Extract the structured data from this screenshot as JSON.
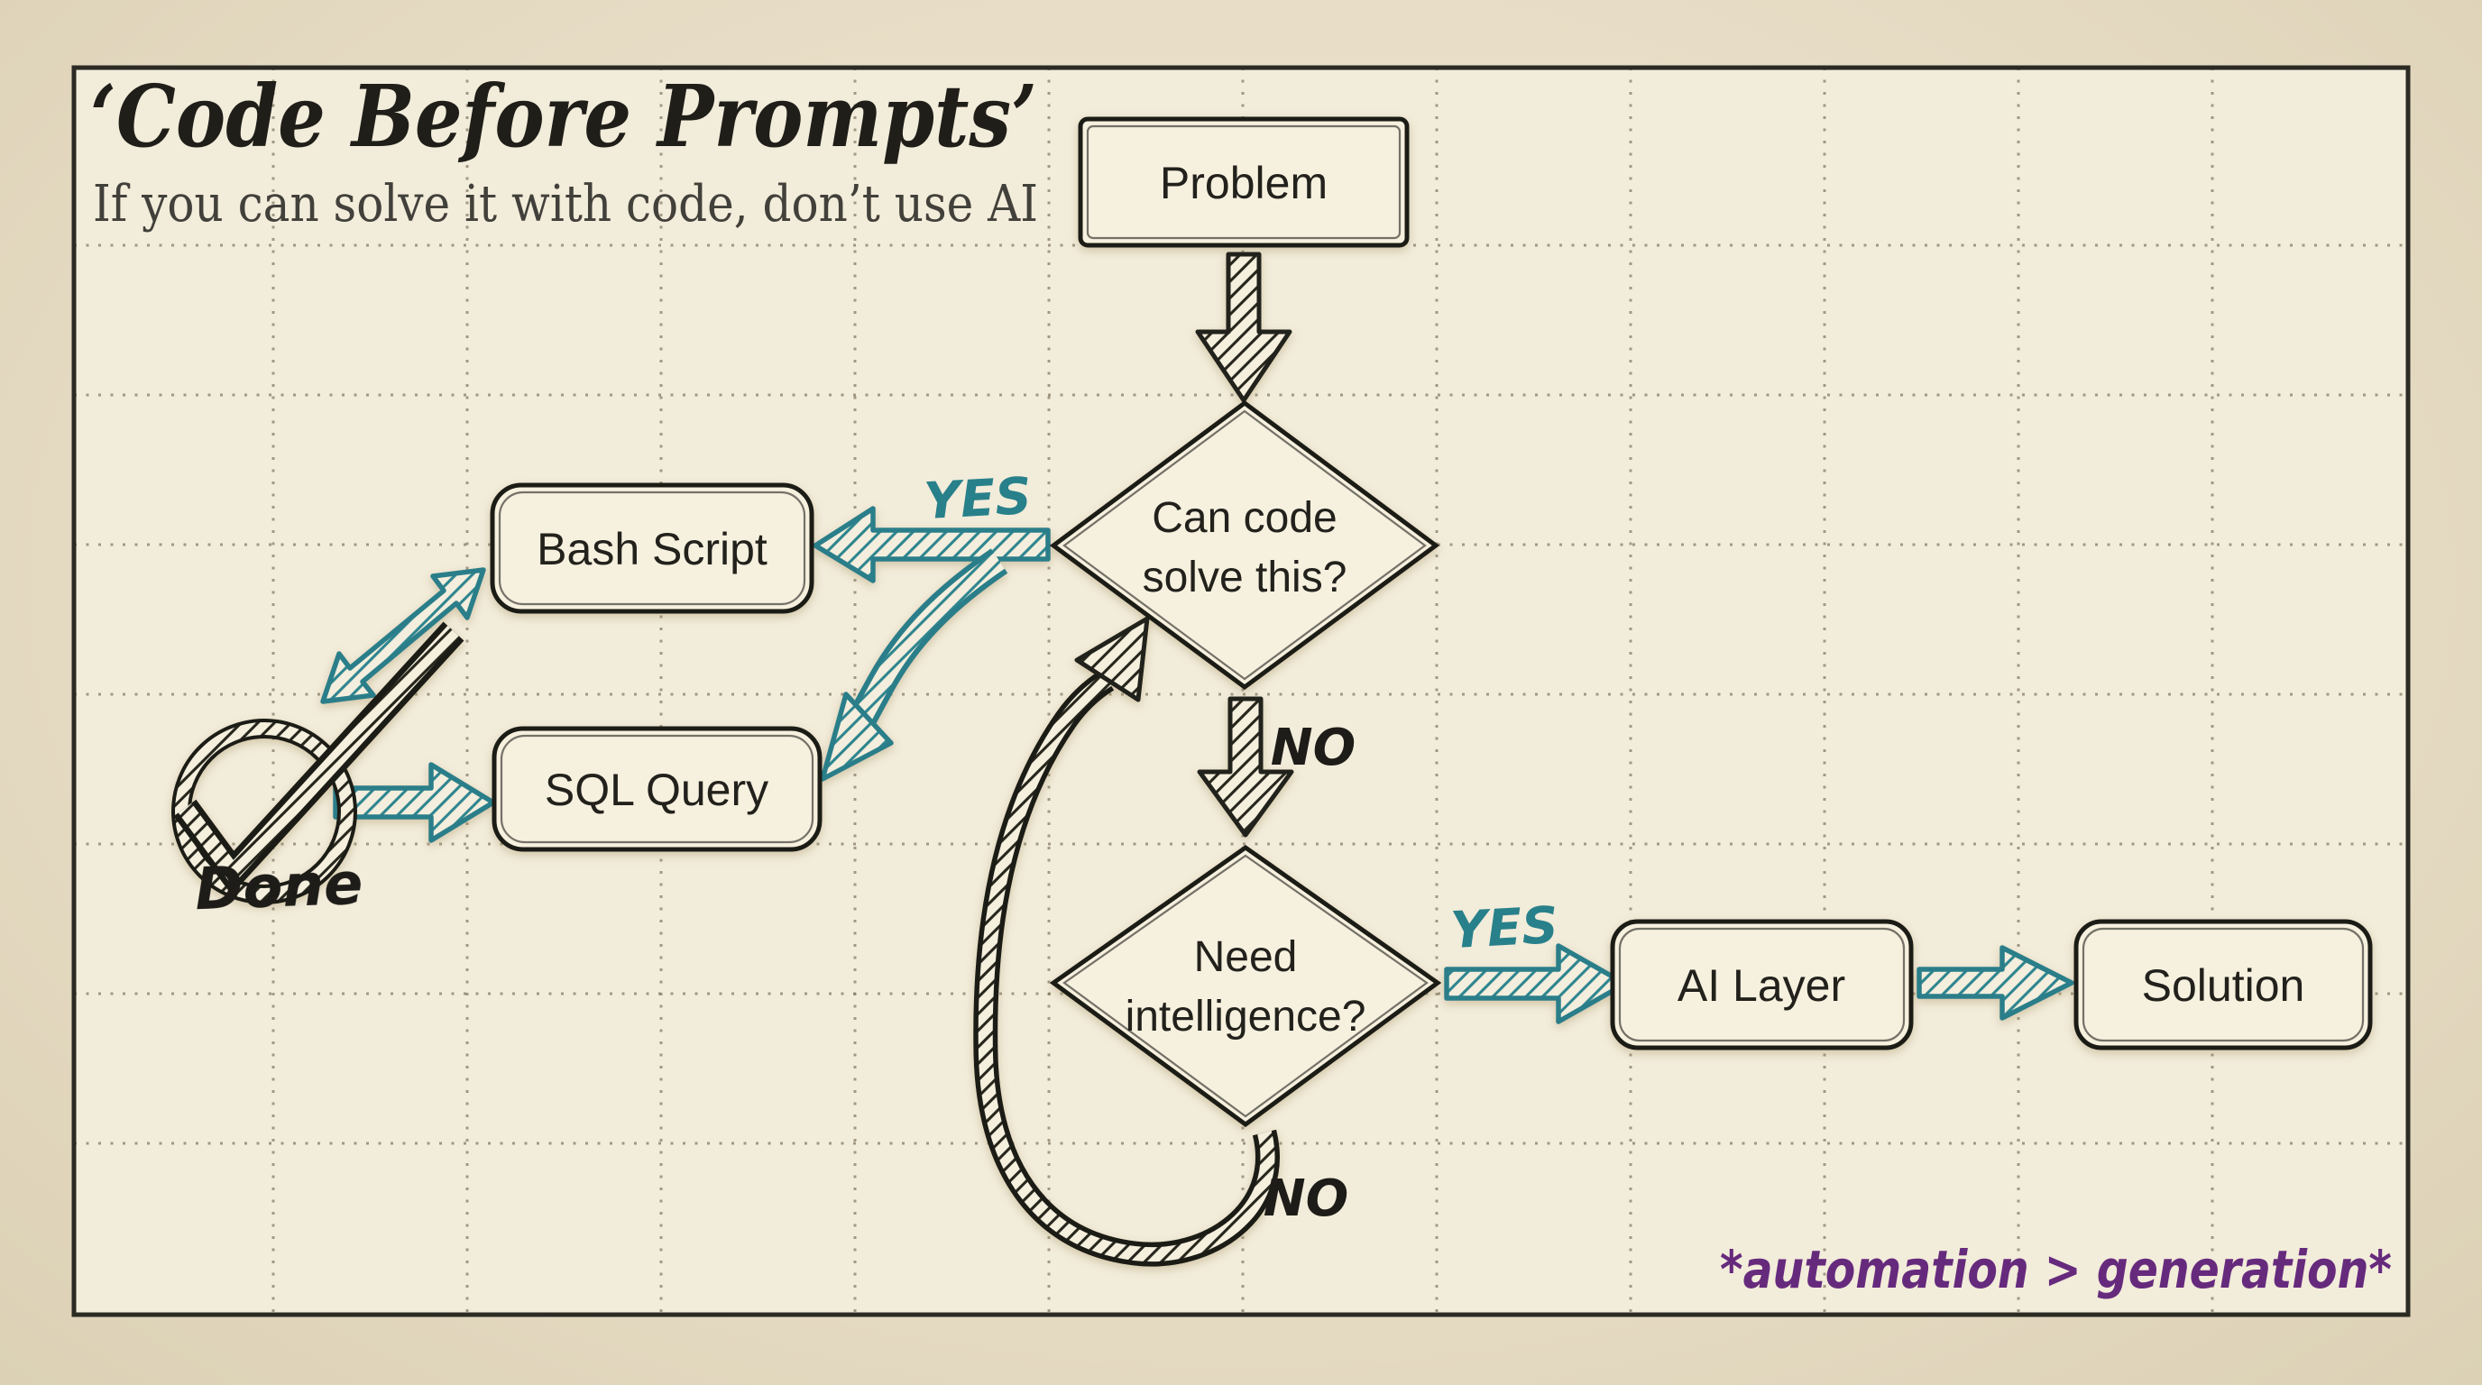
{
  "slide": {
    "title": "‘Code Before Prompts’",
    "subtitle": "If you can solve it with code, don’t use AI",
    "footnote": "*automation > generation*"
  },
  "nodes": {
    "problem": "Problem",
    "decision1_line1": "Can code",
    "decision1_line2": "solve this?",
    "decision2_line1": "Need",
    "decision2_line2": "intelligence?",
    "bash": "Bash Script",
    "sql": "SQL Query",
    "ai": "AI Layer",
    "solution": "Solution"
  },
  "labels": {
    "yes1": "YES",
    "no1": "NO",
    "yes2": "YES",
    "no2": "NO",
    "done": "Done"
  },
  "colors": {
    "teal": "#2d818b",
    "purple": "#662a7d",
    "ink": "#1d1d18",
    "paper": "#f2ecda",
    "paper_outer": "#e7ddc6"
  }
}
